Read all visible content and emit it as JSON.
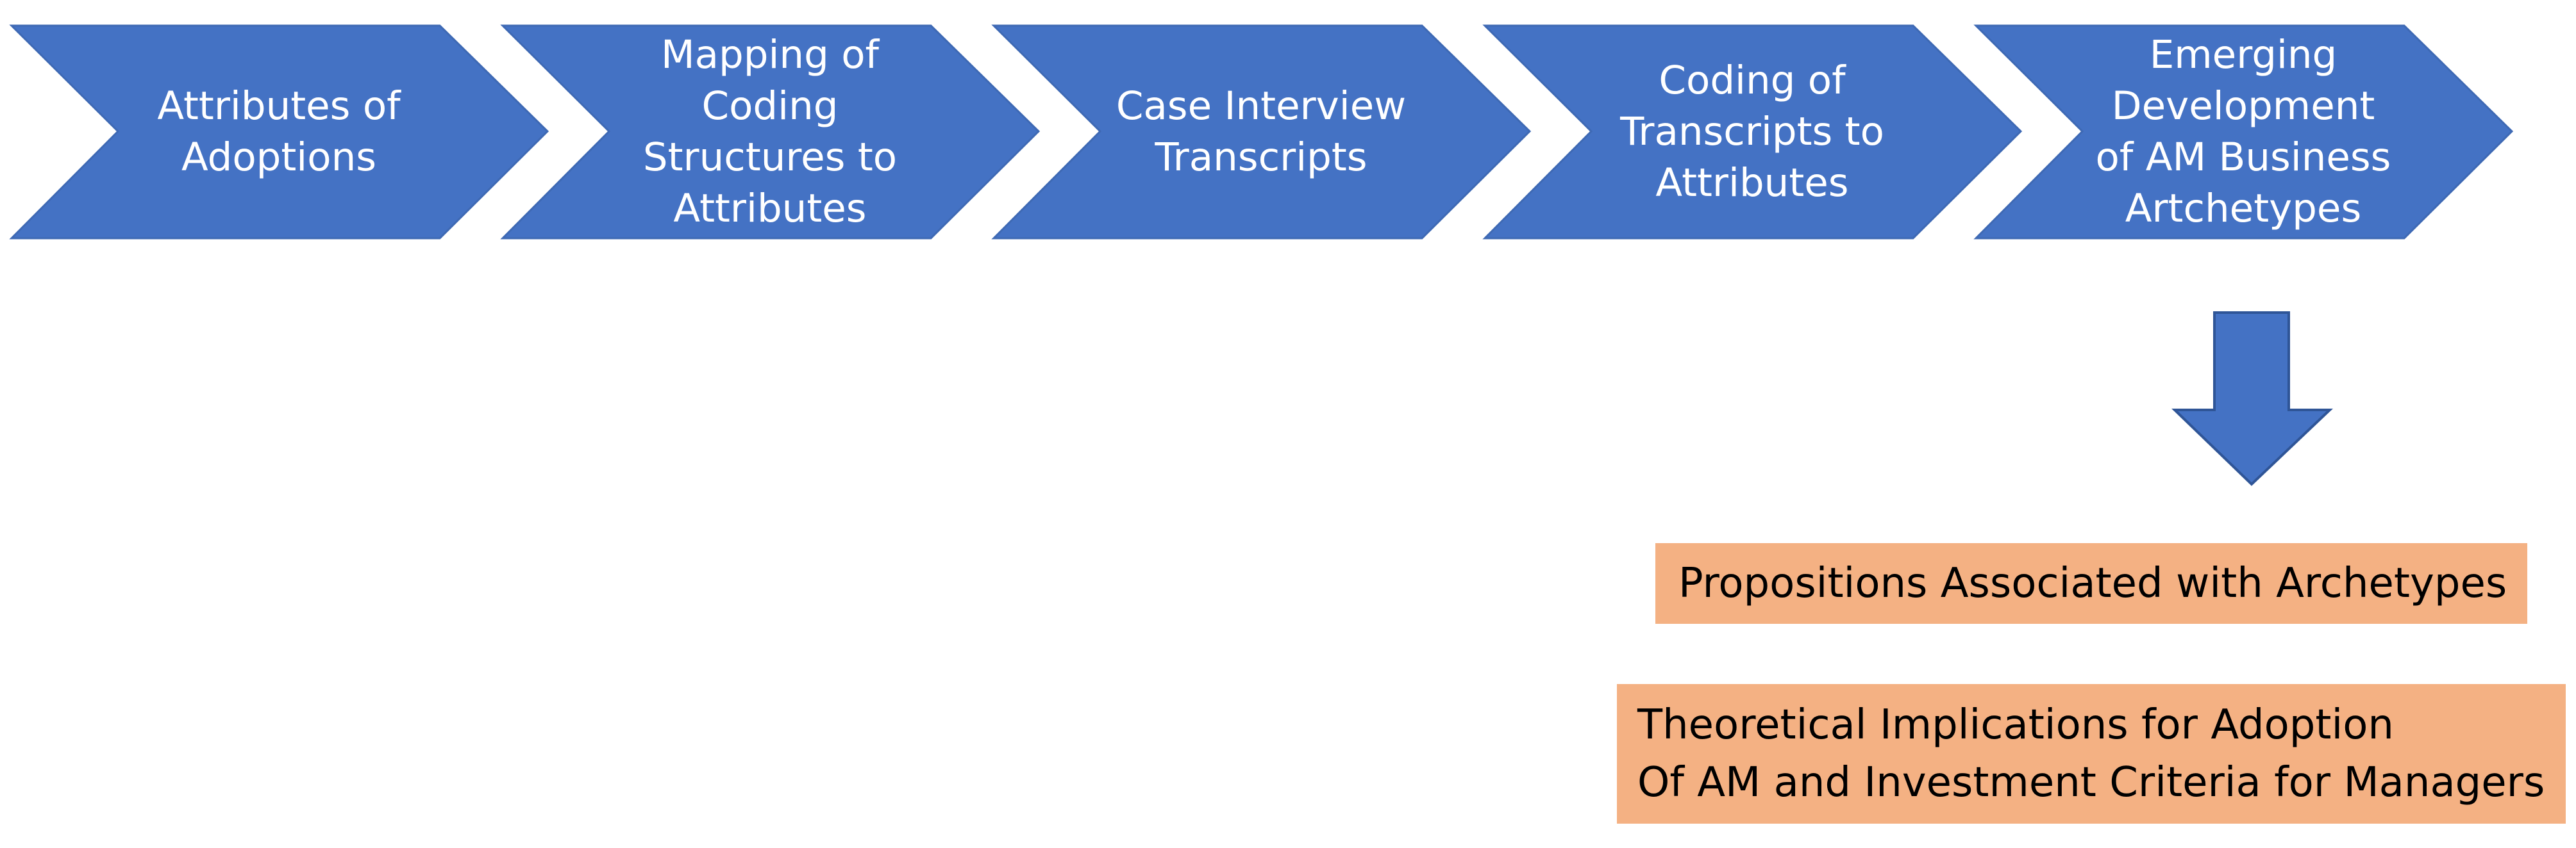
{
  "flow": {
    "steps": [
      {
        "label": "Attributes of\nAdoptions"
      },
      {
        "label": "Mapping of\nCoding\nStructures to\nAttributes"
      },
      {
        "label": "Case Interview\nTranscripts"
      },
      {
        "label": "Coding of\nTranscripts to\nAttributes"
      },
      {
        "label": "Emerging\nDevelopment\nof AM Business\nArtchetypes"
      }
    ],
    "chevron_color": "#4472C4",
    "down_arrow_color": "#4472C4"
  },
  "outcomes": {
    "propositions": "Propositions Associated with Archetypes",
    "implications": "Theoretical Implications for Adoption\nOf AM and Investment Criteria for Managers",
    "box_color": "#F4B183"
  }
}
